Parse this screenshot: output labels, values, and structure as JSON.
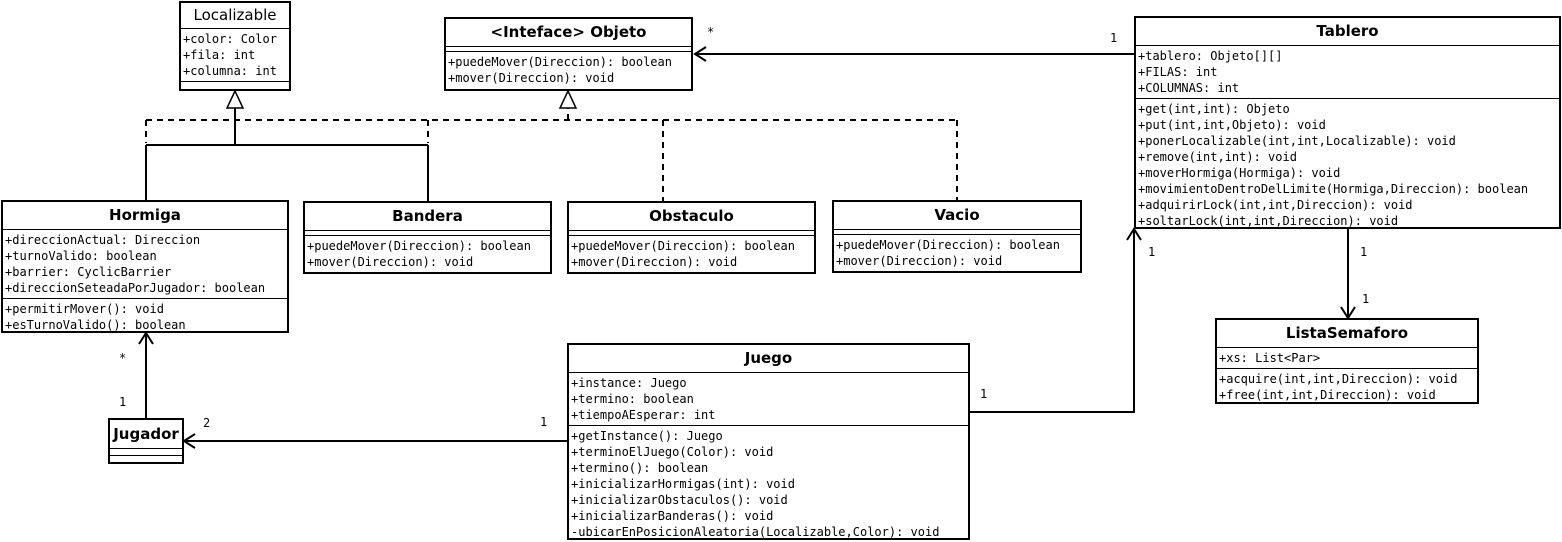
{
  "classes": {
    "localizable": {
      "title": "Localizable",
      "attributes": [
        "+color: Color",
        "+fila: int",
        "+columna: int"
      ],
      "operations": []
    },
    "objeto": {
      "title": "<Inteface> Objeto",
      "attributes": [],
      "operations": [
        "+puedeMover(Direccion): boolean",
        "+mover(Direccion): void"
      ]
    },
    "tablero": {
      "title": "Tablero",
      "attributes": [
        "+tablero: Objeto[][]",
        "+FILAS: int",
        "+COLUMNAS: int"
      ],
      "operations": [
        "+get(int,int): Objeto",
        "+put(int,int,Objeto): void",
        "+ponerLocalizable(int,int,Localizable): void",
        "+remove(int,int): void",
        "+moverHormiga(Hormiga): void",
        "+movimientoDentroDelLimite(Hormiga,Direccion): boolean",
        "+adquirirLock(int,int,Direccion): void",
        "+soltarLock(int,int,Direccion): void"
      ]
    },
    "hormiga": {
      "title": "Hormiga",
      "attributes": [
        "+direccionActual: Direccion",
        "+turnoValido: boolean",
        "+barrier: CyclicBarrier",
        "+direccionSeteadaPorJugador: boolean"
      ],
      "operations": [
        "+permitirMover(): void",
        "+esTurnoValido(): boolean"
      ]
    },
    "bandera": {
      "title": "Bandera",
      "attributes": [],
      "operations": [
        "+puedeMover(Direccion): boolean",
        "+mover(Direccion): void"
      ]
    },
    "obstaculo": {
      "title": "Obstaculo",
      "attributes": [],
      "operations": [
        "+puedeMover(Direccion): boolean",
        "+mover(Direccion): void"
      ]
    },
    "vacio": {
      "title": "Vacio",
      "attributes": [],
      "operations": [
        "+puedeMover(Direccion): boolean",
        "+mover(Direccion): void"
      ]
    },
    "listaSemaforo": {
      "title": "ListaSemaforo",
      "attributes": [
        "+xs: List<Par>"
      ],
      "operations": [
        "+acquire(int,int,Direccion): void",
        "+free(int,int,Direccion): void"
      ]
    },
    "juego": {
      "title": "Juego",
      "attributes": [
        "+instance: Juego",
        "+termino: boolean",
        "+tiempoAEsperar: int"
      ],
      "operations": [
        "+getInstance(): Juego",
        "+terminoElJuego(Color): void",
        "+termino(): boolean",
        "+inicializarHormigas(int): void",
        "+inicializarObstaculos(): void",
        "+inicializarBanderas(): void",
        "-ubicarEnPosicionAleatoria(Localizable,Color): void"
      ]
    },
    "jugador": {
      "title": "Jugador",
      "attributes": [],
      "operations": []
    }
  },
  "multiplicities": {
    "tablero_objeto_source": "1",
    "tablero_objeto_target": "*",
    "tablero_lista_source": "1",
    "tablero_lista_target": "1",
    "juego_tablero_source": "1",
    "juego_tablero_target": "1",
    "juego_jugador_source": "1",
    "juego_jugador_target": "2",
    "jugador_hormiga_source": "1",
    "jugador_hormiga_target": "*"
  }
}
